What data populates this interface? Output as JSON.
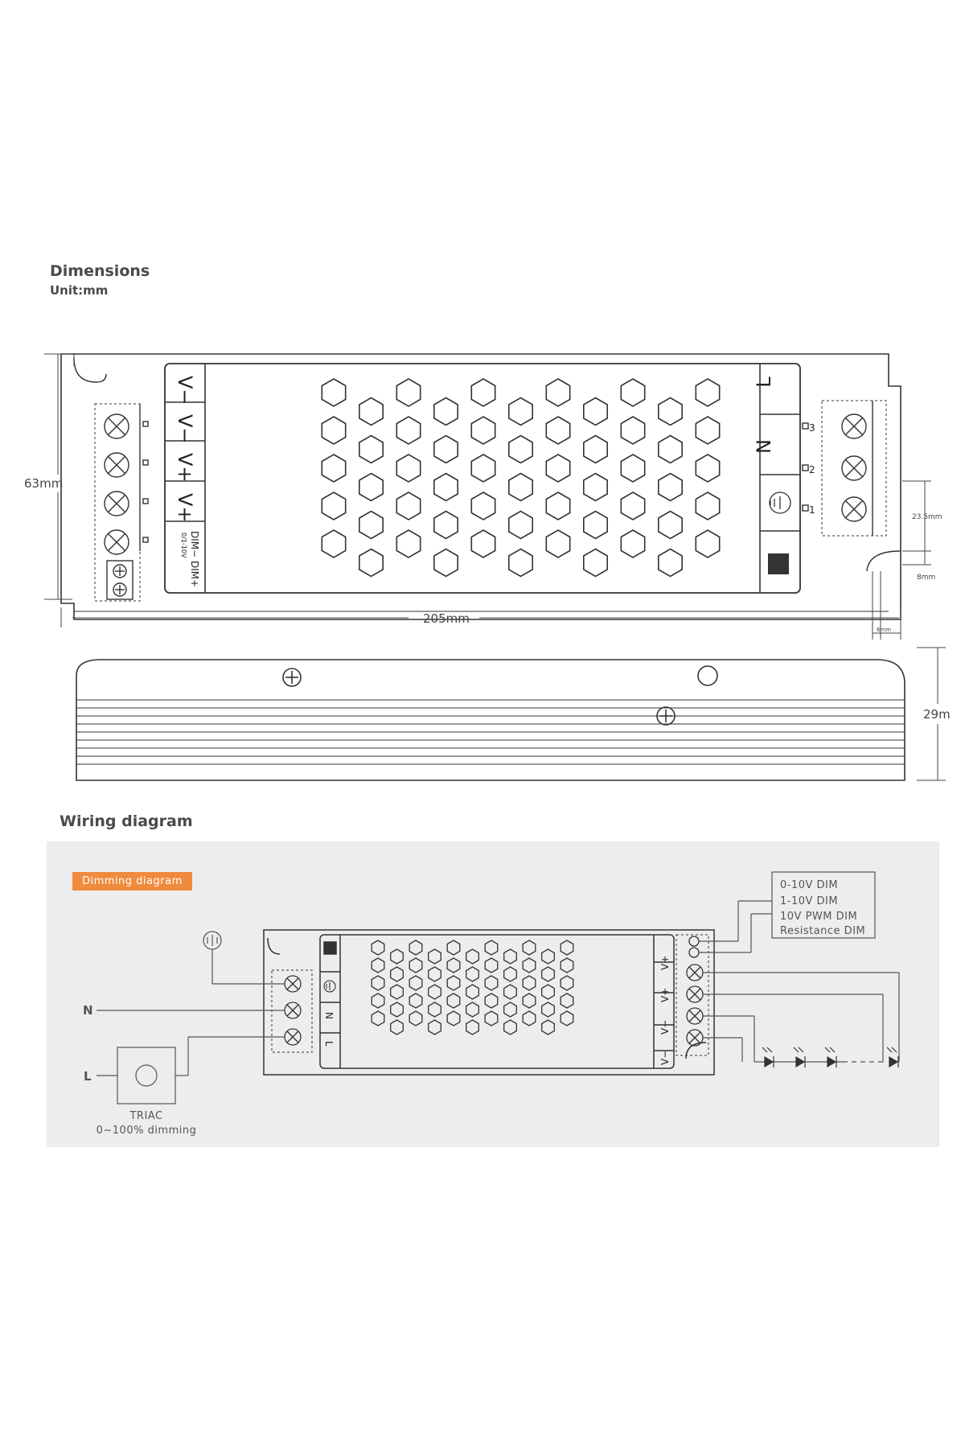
{
  "dimensions": {
    "title": "Dimensions",
    "unit": "Unit:mm",
    "height_label": "63mm",
    "width_label": "205mm",
    "side_height_label": "29m",
    "dim_23_5": "23.5mm",
    "dim_8": "8mm",
    "dim_6": "6mm",
    "left_terminals": [
      "V−",
      "V−",
      "V+",
      "V+"
    ],
    "dim_label": "DIM− DIM+",
    "dim_range": "0/1-10V",
    "right_terminals": [
      "L",
      "N"
    ],
    "right_numbers": [
      "3",
      "2",
      "1"
    ]
  },
  "wiring": {
    "title": "Wiring diagram",
    "tag": "Dimming diagram",
    "options": [
      "0-10V DIM",
      "1-10V DIM",
      "10V PWM DIM",
      "Resistance DIM"
    ],
    "n_label": "N",
    "l_label": "L",
    "triac_label": "TRIAC",
    "triac_range": "0~100% dimming",
    "terminals_left": [
      "N",
      "L"
    ],
    "terminals_right": [
      "V+",
      "V+",
      "V−",
      "V−"
    ]
  },
  "colors": {
    "accent": "#f08a3c",
    "panel": "#ecedee",
    "line": "#444444"
  }
}
